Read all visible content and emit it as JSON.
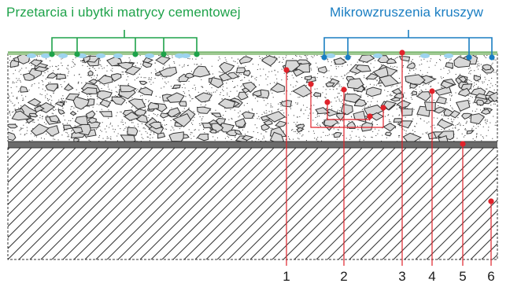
{
  "headers": {
    "left": "Przetarcia i ubytki matrycy cementowej",
    "right": "Mikrowzruszenia kruszyw"
  },
  "callouts": [
    "1",
    "2",
    "3",
    "4",
    "5",
    "6"
  ],
  "colors": {
    "green": "#1ea24a",
    "blue": "#1a7ec2",
    "red": "#e0232b",
    "light_blue": "#9dd3ef",
    "aggregate_fill": "#d8d8d8",
    "base_layer": "#6b6b6b",
    "hatch": "#333333"
  }
}
